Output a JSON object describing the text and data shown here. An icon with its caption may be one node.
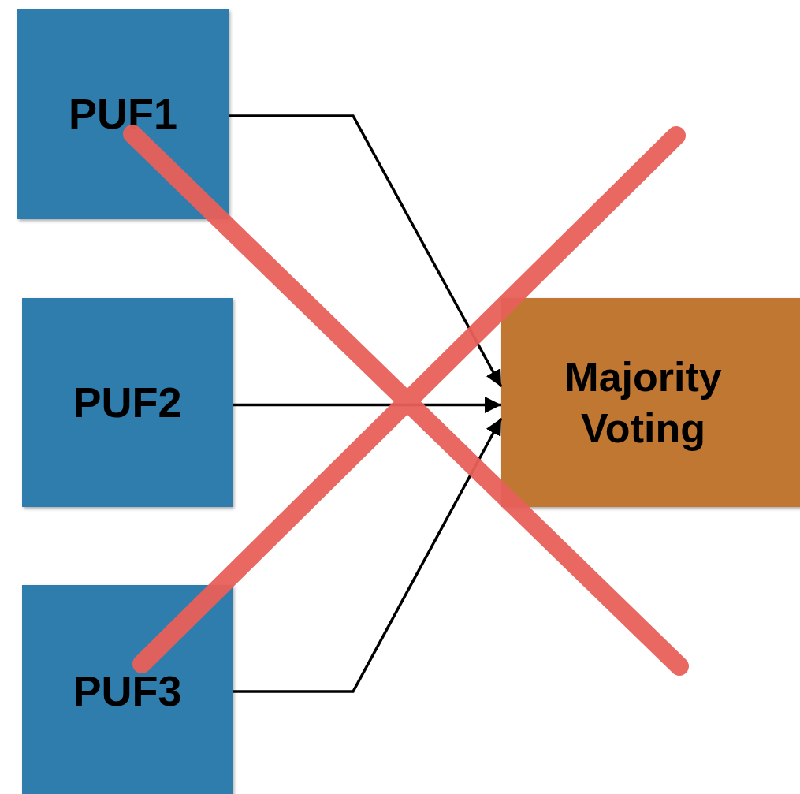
{
  "diagram": {
    "nodes": [
      {
        "text": [
          "PUF1"
        ]
      },
      {
        "text": [
          "PUF2"
        ]
      },
      {
        "text": [
          "PUF3"
        ]
      },
      {
        "text": [
          "Majority Voting"
        ]
      }
    ],
    "edges": [
      {
        "from": 0,
        "to": 3,
        "arrow": "to"
      },
      {
        "from": 1,
        "to": 3,
        "arrow": "to"
      },
      {
        "from": 2,
        "to": 3,
        "arrow": "to"
      }
    ]
  }
}
